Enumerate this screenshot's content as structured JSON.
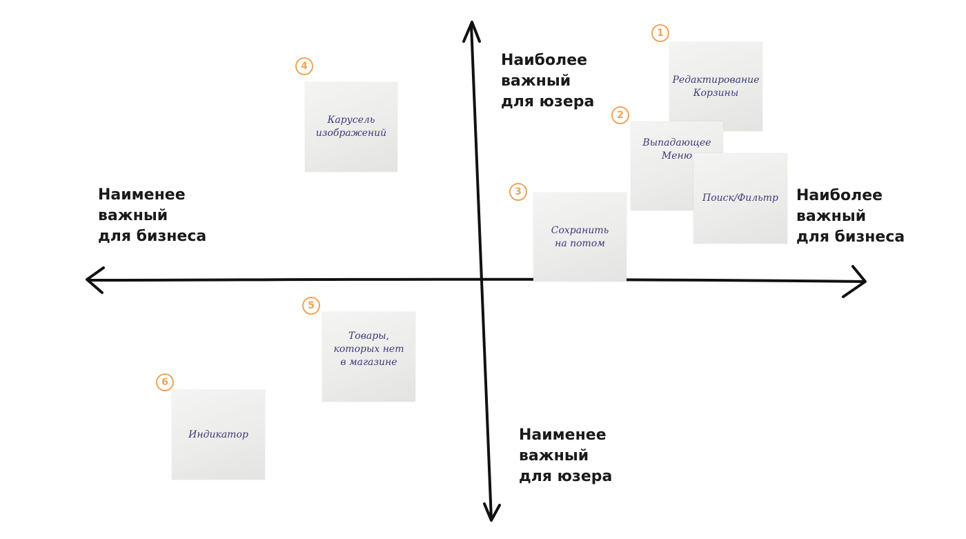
{
  "axes": {
    "top_label": [
      "Наиболее",
      "важный",
      "для юзера"
    ],
    "bottom_label": [
      "Наименее",
      "важный",
      "для юзера"
    ],
    "left_label": [
      "Наименее",
      "важный",
      "для бизнеса"
    ],
    "right_label": [
      "Наиболее",
      "важный",
      "для бизнеса"
    ]
  },
  "notes": [
    {
      "number": "1",
      "text": "Редактирование\nКорзины"
    },
    {
      "number": "2",
      "text": "Выпадающее\nМеню"
    },
    {
      "number": "",
      "text": "Поиск/Фильтр"
    },
    {
      "number": "3",
      "text": "Сохранить\nна потом"
    },
    {
      "number": "4",
      "text": "Карусель\nизображений"
    },
    {
      "number": "5",
      "text": "Товары,\nкоторых нет\nв магазине"
    },
    {
      "number": "6",
      "text": "Индикатор"
    }
  ],
  "colors": {
    "badge": "#f0a35a",
    "ink": "#3d3a7a",
    "axis": "#111111"
  }
}
